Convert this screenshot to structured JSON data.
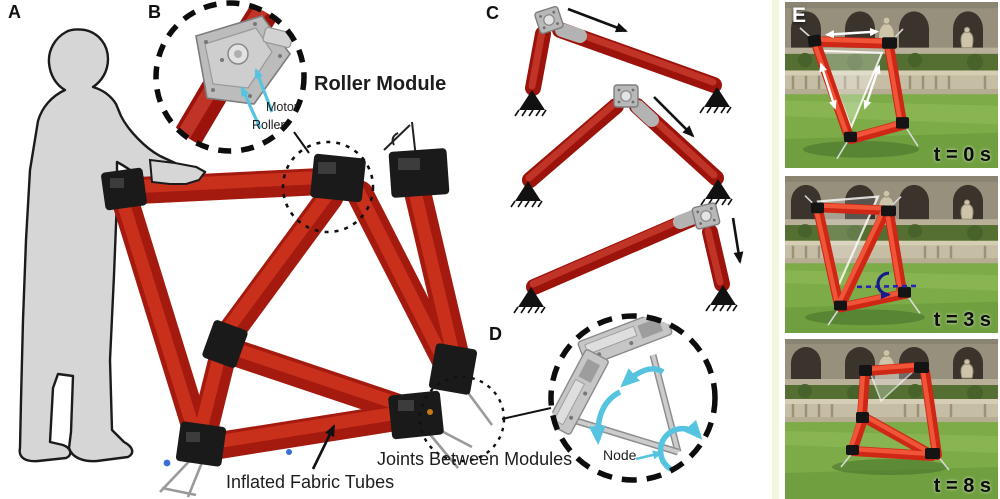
{
  "panels": {
    "a": {
      "label": "A",
      "tubes_caption": "Inflated Fabric Tubes"
    },
    "b": {
      "label": "B",
      "title": "Roller Module",
      "motor_label": "Motor",
      "roller_label": "Roller"
    },
    "c": {
      "label": "C"
    },
    "d": {
      "label": "D",
      "title": "Joints Between Modules",
      "node_label": "Node"
    },
    "e": {
      "label": "E",
      "frames": [
        {
          "time": "t = 0 s"
        },
        {
          "time": "t = 3 s"
        },
        {
          "time": "t = 8 s"
        }
      ]
    }
  },
  "colors": {
    "tube_red": "#b1180e",
    "photo_robot_red": "#e23a22",
    "accent_cyan": "#56c4e0",
    "silhouette_gray": "#d6d6d6",
    "grass_green": "#7cab48",
    "stone_tan": "#97907c",
    "annotation_navy": "#2a1fb8"
  }
}
